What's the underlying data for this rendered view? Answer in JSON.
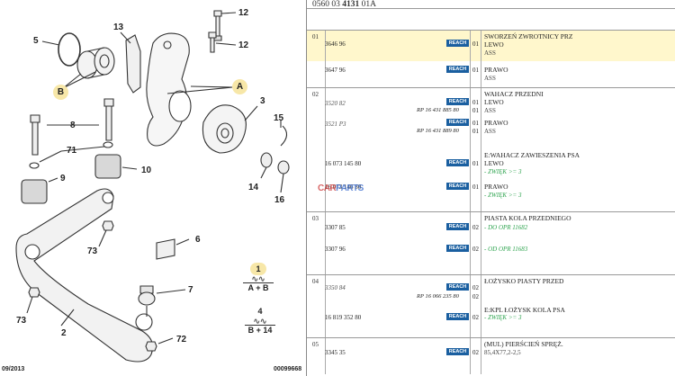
{
  "diagram": {
    "callouts": [
      "12",
      "12",
      "13",
      "5",
      "B",
      "A",
      "3",
      "15",
      "8",
      "71",
      "10",
      "9",
      "14",
      "16",
      "6",
      "73",
      "7",
      "73",
      "2",
      "72"
    ],
    "legend": [
      {
        "num": "1",
        "eq": "A + B"
      },
      {
        "num": "4",
        "eq": "B + 14"
      }
    ],
    "footer_left": "09/2013",
    "footer_right": "00099668"
  },
  "header": {
    "code_prefix": "0560 03",
    "code_bold": "4131",
    "code_suffix": "01A"
  },
  "watermark": {
    "text1": "CAR",
    "text2": "PARTS"
  },
  "groups": [
    {
      "num": "01",
      "rows": [
        {
          "ref": "3646 96",
          "reach": "REACH",
          "qty": "01",
          "desc": "SWORZEŃ ZWROTNICY PRZ",
          "lines": [
            "LEWO",
            "ASS"
          ],
          "hl": true
        },
        {
          "ref": "3647 96",
          "reach": "REACH",
          "qty": "01",
          "desc": "PRAWO",
          "lines": [
            "ASS"
          ]
        }
      ]
    },
    {
      "num": "02",
      "rows": [
        {
          "ref": "3520 82",
          "ref_italic": true,
          "rp": "RP 16 431 885 80",
          "reach": "REACH",
          "qty": "01",
          "desc": "WAHACZ PRZEDNI",
          "lines": [
            "LEWO",
            "ASS"
          ],
          "qty2": "01"
        },
        {
          "ref": "3521 P3",
          "ref_italic": true,
          "rp": "RP 16 431 889 80",
          "reach": "REACH",
          "qty": "01",
          "desc": "PRAWO",
          "lines": [
            "ASS"
          ],
          "qty2": "01"
        },
        {
          "ref": "16 073 145 80",
          "reach": "REACH",
          "qty": "01",
          "desc": "E:WAHACZ ZAWIESZENIA PSA",
          "lines": [
            "LEWO"
          ],
          "green": "- ZWIĘK >= 3"
        },
        {
          "ref": "16 073 146 80",
          "reach": "REACH",
          "qty": "01",
          "desc": "PRAWO",
          "green": "- ZWIĘK >= 3"
        }
      ]
    },
    {
      "num": "03",
      "rows": [
        {
          "ref": "3307 85",
          "reach": "REACH",
          "qty": "02",
          "desc": "PIASTA KOLA PRZEDNIEGO",
          "green": "- DO OPR 11682"
        },
        {
          "ref": "3307 96",
          "reach": "REACH",
          "qty": "02",
          "desc": "",
          "green": "- OD OPR 11683"
        }
      ]
    },
    {
      "num": "04",
      "rows": [
        {
          "ref": "3350 84",
          "ref_italic": true,
          "rp": "RP 16 066 235 80",
          "reach": "REACH",
          "qty": "02",
          "desc": "ŁOŻYSKO PIASTY PRZED",
          "qty2": "02"
        },
        {
          "ref": "16 819 352 80",
          "reach": "REACH",
          "qty": "02",
          "desc": "E:KPL ŁOŻYSK KOLA PSA",
          "green": "- ZWIĘK >= 3"
        }
      ]
    },
    {
      "num": "05",
      "rows": [
        {
          "ref": "3345 35",
          "reach": "REACH",
          "qty": "02",
          "desc": "(MUL) PIERŚCIEŃ SPRĘŻ.",
          "lines": [
            "85,4X77,2-2,5"
          ]
        }
      ]
    }
  ]
}
